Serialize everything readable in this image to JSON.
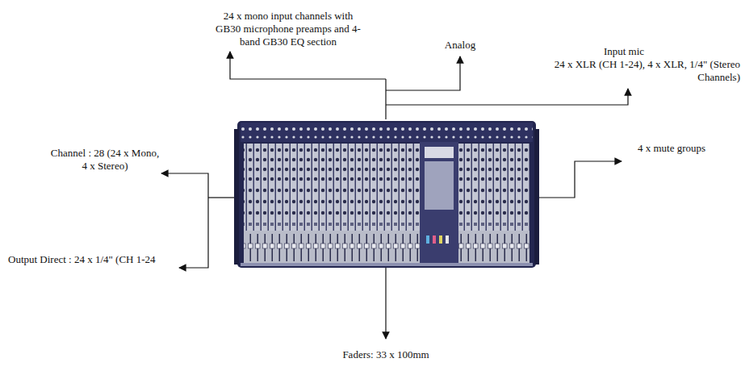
{
  "diagram": {
    "labels": [
      "24 x mono input channels with GB30 microphone preamps and 4-band GB30 EQ section",
      "Analog",
      "Input mic",
      "24 x XLR (CH 1-24), 4 x XLR, 1/4\" (Stereo Channels)",
      "Channel : 28 (24 x Mono, 4 x Stereo)",
      "4 x mute groups",
      "Output Direct : 24 x 1/4\" (CH 1-24",
      "Faders: 33 x 100mm"
    ]
  }
}
